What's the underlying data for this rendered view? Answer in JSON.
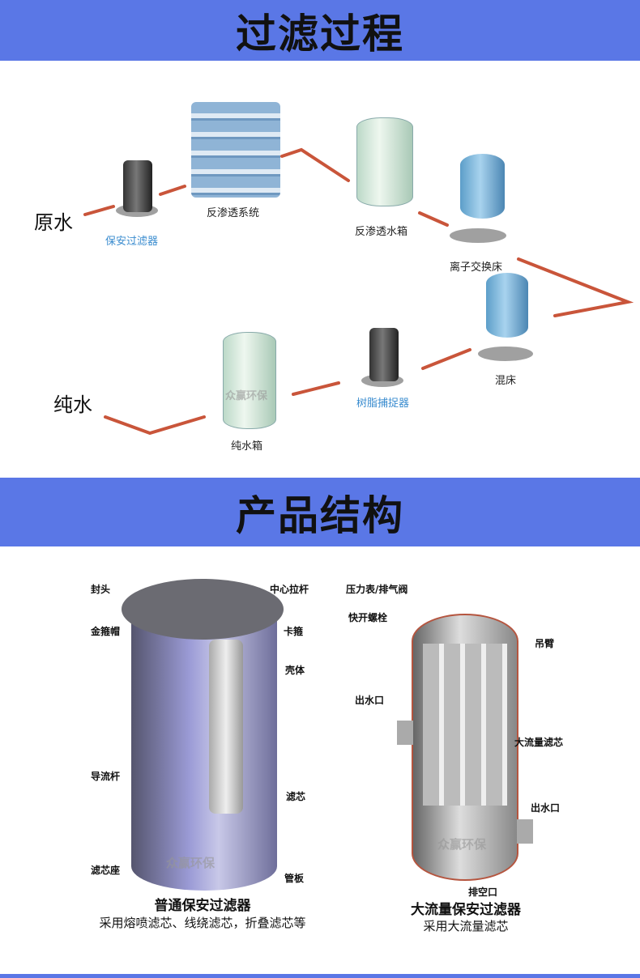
{
  "sections": [
    {
      "title": "过滤过程"
    },
    {
      "title": "产品结构"
    }
  ],
  "process": {
    "source": "原水",
    "product": "纯水",
    "steps": [
      "保安过滤器",
      "反渗透系统",
      "反渗透水箱",
      "离子交换床",
      "混床",
      "树脂捕捉器",
      "纯水箱"
    ],
    "arrow_color": "#c9553a",
    "highlight_color": "#3a8ccf"
  },
  "watermark": "众赢环保",
  "structure": {
    "left": {
      "labels": [
        "封头",
        "中心拉杆",
        "金箍帽",
        "卡箍",
        "壳体",
        "导流杆",
        "滤芯",
        "滤芯座",
        "管板"
      ],
      "title": "普通保安过滤器",
      "subtitle": "采用熔喷滤芯、线绕滤芯，折叠滤芯等"
    },
    "right": {
      "labels": [
        "压力表/排气阀",
        "快开螺栓",
        "吊臂",
        "出水口",
        "大流量滤芯",
        "出水口",
        "排空口"
      ],
      "title": "大流量保安过滤器",
      "subtitle": "采用大流量滤芯"
    }
  },
  "colors": {
    "band": "#5a77e6"
  }
}
